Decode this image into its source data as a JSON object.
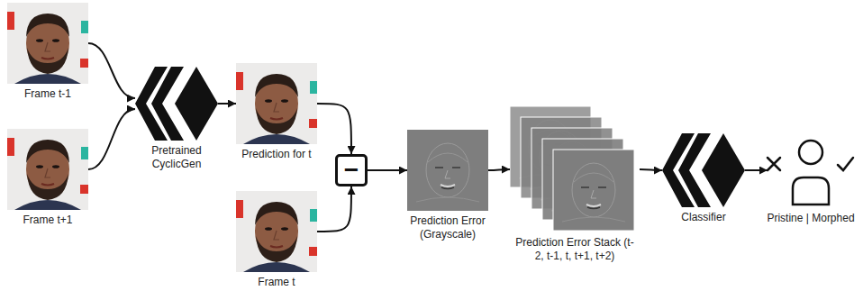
{
  "diagram": {
    "nodes": [
      {
        "text": [
          "Frame t-1"
        ]
      },
      {
        "text": [
          "Frame t+1"
        ]
      },
      {
        "text": [
          "Pretrained CyclicGen"
        ]
      },
      {
        "text": [
          "Prediction for t"
        ]
      },
      {
        "text": [
          "Frame t"
        ]
      },
      {
        "text": [
          "−"
        ]
      },
      {
        "text": [
          "Prediction Error (Grayscale)"
        ]
      },
      {
        "text": [
          "Prediction Error Stack (t-2, t-1, t, t+1, t+2)"
        ]
      },
      {
        "text": [
          "Classifier"
        ]
      },
      {
        "text": [
          "Pristine | Morphed"
        ]
      }
    ],
    "edges": [
      {
        "from": 0,
        "to": 2,
        "arrow": "to"
      },
      {
        "from": 1,
        "to": 2,
        "arrow": "to"
      },
      {
        "from": 2,
        "to": 3,
        "arrow": "to"
      },
      {
        "from": 3,
        "to": 5,
        "arrow": "to"
      },
      {
        "from": 4,
        "to": 5,
        "arrow": "to"
      },
      {
        "from": 5,
        "to": 6,
        "arrow": "to"
      },
      {
        "from": 6,
        "to": 7,
        "arrow": "to"
      },
      {
        "from": 7,
        "to": 8,
        "arrow": "to"
      },
      {
        "from": 8,
        "to": 9,
        "arrow": "to"
      }
    ]
  }
}
